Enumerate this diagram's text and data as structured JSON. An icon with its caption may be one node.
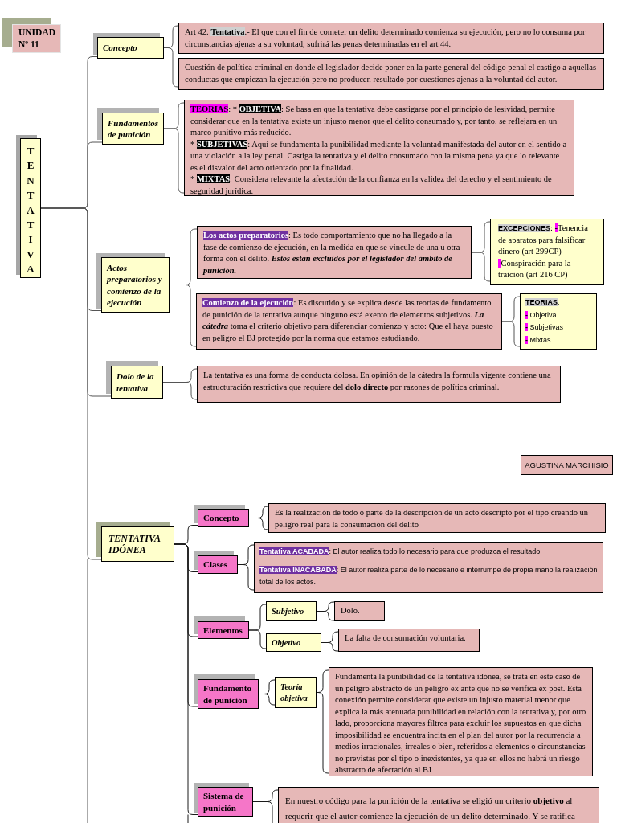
{
  "diagram": {
    "nodes": [
      {
        "text": [
          "UNIDAD Nº 11"
        ]
      },
      {
        "text": [
          "TENTATIVA"
        ]
      },
      {
        "text": [
          "Concepto"
        ]
      },
      {
        "text": [
          "Art 42. **Tentativa**.- El que con el fin de cometer un delito determinado comienza su ejecución, pero no lo consuma por circunstancias ajenas a su voluntad, sufrirá las penas determinadas en el art 44."
        ]
      },
      {
        "text": [
          "Cuestión de política criminal en donde el legislador decide poner en la parte general del código penal el castigo a aquellas conductas que empiezan la ejecución pero no producen resultado por cuestiones ajenas a la voluntad del autor."
        ]
      },
      {
        "text": [
          "Fundamentos de punición"
        ]
      },
      {
        "text": [
          "**TEORIAS**: * **OBJETIVA**: Se basa en que la tentativa debe castigarse por el principio de lesividad, permite considerar que en la tentativa existe un injusto menor que el delito consumado y, por tanto, se reflejara en un marco punitivo más reducido.",
          "* **SUBJETIVAS**: Aquí se fundamenta la punibilidad mediante la voluntad manifestada del autor en el sentido a una violación a la ley penal. Castiga la tentativa y el delito consumado con la misma pena ya que lo relevante es el disvalor del acto orientado por la finalidad.",
          "* **MIXTAS**: Considera relevante la afectación de la confianza en la validez del derecho y el sentimiento de seguridad jurídica."
        ]
      },
      {
        "text": [
          "Actos preparatorios y comienzo de la ejecución"
        ]
      },
      {
        "text": [
          "**Los actos preparatorios**: Es todo comportamiento que no ha llegado a la fase de comienzo de ejecución, en la medida en que se vincule de una u otra forma con el delito. **Estos están excluidos por el legislador del ámbito de punición.**"
        ]
      },
      {
        "text": [
          "**EXCEPCIONES**: **-**Tenencia de aparatos para falsificar dinero (art 299CP)",
          "**-**Conspiración para la traición (art 216 CP)"
        ]
      },
      {
        "text": [
          "**Comienzo de la ejecución**: Es discutido y se explica desde las teorías de fundamento de punición de la tentativa aunque ninguno está exento de elementos subjetivos. **La cátedra** toma el criterio objetivo para diferenciar comienzo y acto: Que el haya puesto en peligro el BJ protegido por la norma que estamos estudiando."
        ]
      },
      {
        "text": [
          "**TEORIAS**:",
          "**-** Objetiva",
          "**-** Subjetivas",
          "**-** Mixtas"
        ]
      },
      {
        "text": [
          "Dolo de la tentativa"
        ]
      },
      {
        "text": [
          "La tentativa es una forma de conducta dolosa. En opinión de la cátedra la formula vigente contiene una estructuración restrictiva que requiere del **dolo directo** por razones de política criminal."
        ]
      },
      {
        "text": [
          "AGUSTINA MARCHISIO"
        ]
      },
      {
        "text": [
          "TENTATIVA IDÓNEA"
        ]
      },
      {
        "text": [
          "Concepto"
        ]
      },
      {
        "text": [
          "Es la realización de todo o parte de la descripción de un acto descripto por el tipo creando un peligro real para la consumación del delito"
        ]
      },
      {
        "text": [
          "Clases"
        ]
      },
      {
        "text": [
          "**Tentativa ACABADA**: El autor realiza todo lo necesario para que produzca el resultado.",
          "**Tentativa INACABADA**: El autor realiza parte de lo necesario e interrumpe de propia mano la realización total de los actos."
        ]
      },
      {
        "text": [
          "Elementos"
        ]
      },
      {
        "text": [
          "Subjetivo"
        ]
      },
      {
        "text": [
          "Dolo."
        ]
      },
      {
        "text": [
          "Objetivo"
        ]
      },
      {
        "text": [
          "La falta de consumación voluntaria."
        ]
      },
      {
        "text": [
          "Fundamento de punición"
        ]
      },
      {
        "text": [
          "Teoría objetiva"
        ]
      },
      {
        "text": [
          "Fundamenta la punibilidad de la tentativa idónea, se trata en este caso de un peligro abstracto de un peligro ex ante que no se verifica ex post. Esta conexión permite considerar que existe un injusto material menor que explica la más atenuada punibilidad en relación con la tentativa y, por otro lado, proporciona mayores filtros para excluir los supuestos en que dicha imposibilidad se encuentra incita en el plan del autor por la recurrencia a medios irracionales, irreales o bien, referidos a elementos o circunstancias no previstas por el tipo o inexistentes, ya que en ellos no habrá un riesgo abstracto de afectación al BJ"
        ]
      },
      {
        "text": [
          "Sistema de punición"
        ]
      },
      {
        "text": [
          "En nuestro código para la punición de la tentativa se eligió un criterio **objetivo** al requerir que el autor comience la ejecución de un delito determinado. Y se ratifica cuando **el art.**"
        ]
      }
    ],
    "edges": [
      {
        "from": 1,
        "to": 2,
        "arrow": "none"
      },
      {
        "from": 1,
        "to": 5,
        "arrow": "none"
      },
      {
        "from": 1,
        "to": 7,
        "arrow": "none"
      },
      {
        "from": 1,
        "to": 12,
        "arrow": "none"
      },
      {
        "from": 1,
        "to": 15,
        "arrow": "none"
      },
      {
        "from": 2,
        "to": 3,
        "arrow": "none"
      },
      {
        "from": 2,
        "to": 4,
        "arrow": "none"
      },
      {
        "from": 5,
        "to": 6,
        "arrow": "none"
      },
      {
        "from": 7,
        "to": 8,
        "arrow": "none"
      },
      {
        "from": 7,
        "to": 10,
        "arrow": "none"
      },
      {
        "from": 8,
        "to": 9,
        "arrow": "none"
      },
      {
        "from": 10,
        "to": 11,
        "arrow": "none"
      },
      {
        "from": 12,
        "to": 13,
        "arrow": "none"
      },
      {
        "from": 15,
        "to": 16,
        "arrow": "none"
      },
      {
        "from": 15,
        "to": 18,
        "arrow": "none"
      },
      {
        "from": 15,
        "to": 20,
        "arrow": "none"
      },
      {
        "from": 15,
        "to": 25,
        "arrow": "none"
      },
      {
        "from": 15,
        "to": 28,
        "arrow": "none"
      },
      {
        "from": 16,
        "to": 17,
        "arrow": "none"
      },
      {
        "from": 18,
        "to": 19,
        "arrow": "none"
      },
      {
        "from": 20,
        "to": 21,
        "arrow": "none"
      },
      {
        "from": 20,
        "to": 23,
        "arrow": "none"
      },
      {
        "from": 21,
        "to": 22,
        "arrow": "none"
      },
      {
        "from": 23,
        "to": 24,
        "arrow": "none"
      },
      {
        "from": 25,
        "to": 26,
        "arrow": "none"
      },
      {
        "from": 26,
        "to": 27,
        "arrow": "none"
      },
      {
        "from": 28,
        "to": 29,
        "arrow": "none"
      }
    ]
  }
}
